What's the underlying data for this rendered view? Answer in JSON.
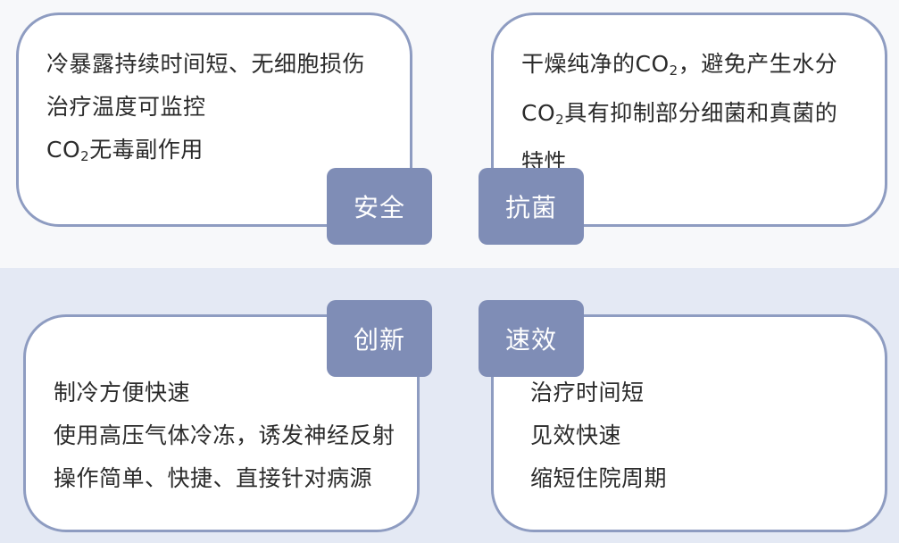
{
  "colors": {
    "card_border": "#8e9cc1",
    "tag_background": "#7f8db6",
    "tag_text": "#ffffff",
    "top_band": "#f7f8fa",
    "bottom_band": "#e4e9f4"
  },
  "quadrants": {
    "safety": {
      "tag": "安全",
      "lines": [
        "冷暴露持续时间短、无细胞损伤",
        "治疗温度可监控",
        "CO₂无毒副作用"
      ]
    },
    "antibacterial": {
      "tag": "抗菌",
      "lines": [
        "干燥纯净的CO₂，避免产生水分",
        "CO₂具有抑制部分细菌和真菌的",
        "特性"
      ]
    },
    "innovation": {
      "tag": "创新",
      "lines": [
        "制冷方便快速",
        "使用高压气体冷冻，诱发神经反射",
        "操作简单、快捷、直接针对病源"
      ]
    },
    "fast_acting": {
      "tag": "速效",
      "lines": [
        "治疗时间短",
        "见效快速",
        "缩短住院周期"
      ]
    }
  }
}
